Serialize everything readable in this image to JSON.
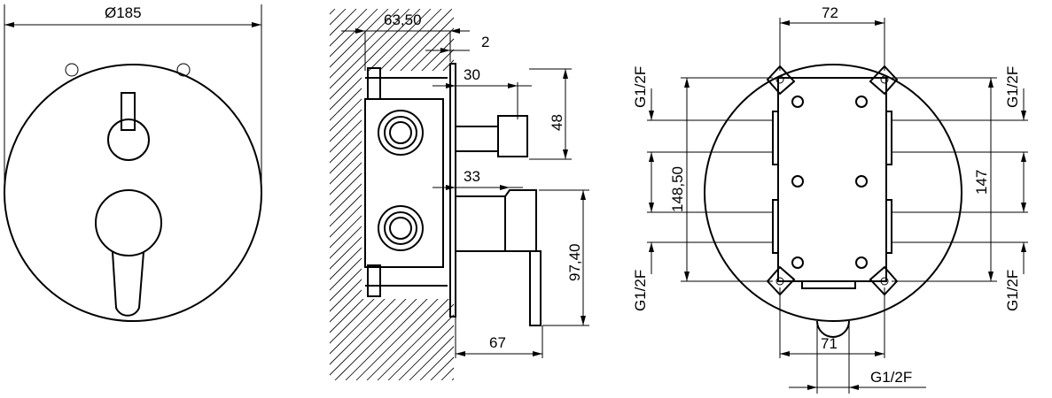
{
  "front_view": {
    "diameter_label": "Ø185"
  },
  "side_view": {
    "depth_label": "63,50",
    "plate_thickness_label": "2",
    "upper_handle_offset_label": "30",
    "upper_handle_height_label": "48",
    "lever_offset_label": "33",
    "lever_height_label": "97,40",
    "lever_projection_label": "67"
  },
  "back_view": {
    "top_width_label": "72",
    "bottom_width_label": "71",
    "inner_height_label": "148,50",
    "outer_height_label": "147",
    "port_left_top_label": "G1/2F",
    "port_left_bottom_label": "G1/2F",
    "port_right_top_label": "G1/2F",
    "port_right_bottom_label": "G1/2F",
    "port_bottom_label": "G1/2F"
  }
}
